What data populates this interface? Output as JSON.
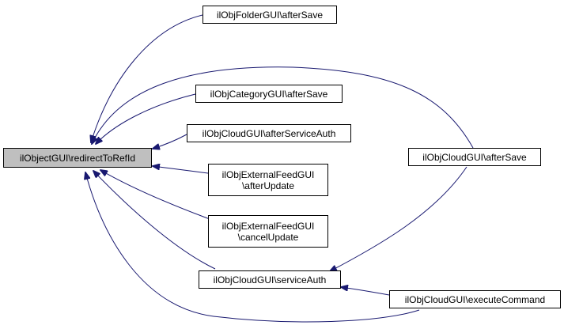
{
  "nodes": {
    "root": {
      "label": "ilObjectGUI\\redirectToRefId"
    },
    "folder_after_save": {
      "label": "ilObjFolderGUI\\afterSave"
    },
    "category_after_save": {
      "label": "ilObjCategoryGUI\\afterSave"
    },
    "cloud_after_service_auth": {
      "label": "ilObjCloudGUI\\afterServiceAuth"
    },
    "external_feed_after_update": {
      "line1": "ilObjExternalFeedGUI",
      "line2": "\\afterUpdate"
    },
    "external_feed_cancel_update": {
      "line1": "ilObjExternalFeedGUI",
      "line2": "\\cancelUpdate"
    },
    "cloud_service_auth": {
      "label": "ilObjCloudGUI\\serviceAuth"
    },
    "cloud_after_save": {
      "label": "ilObjCloudGUI\\afterSave"
    },
    "cloud_execute_command": {
      "label": "ilObjCloudGUI\\executeCommand"
    }
  },
  "edge_color": "#191970"
}
